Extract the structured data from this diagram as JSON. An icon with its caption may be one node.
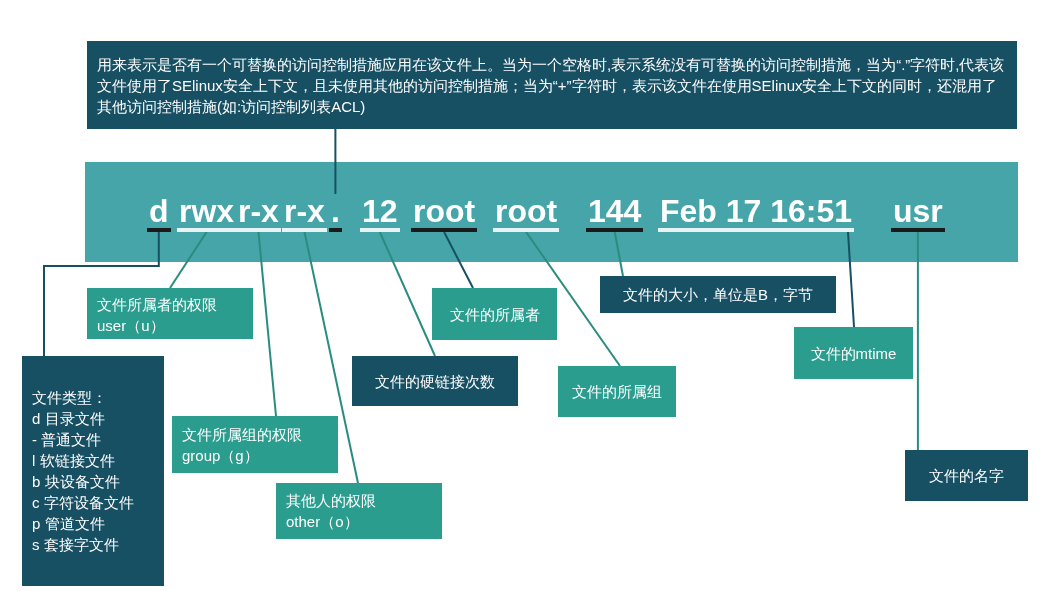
{
  "diagram": {
    "nodes": [
      {
        "text": [
          "用来表示是否有一个可替换的访问控制措施应用在该文件上。当为一个空格时,表示系统没有可替换的访问控制措施，当为“.”字符时,代表该文件使用了SElinux安全上下文，且未使用其他的访问控制措施；当为“+”字符时，表示该文件在使用SElinux安全上下文的同时，还混用了其他访问控制措施(如:访问控制列表ACL)"
        ]
      },
      {
        "text": [],
        "shape": "bar"
      },
      {
        "text": [
          "d"
        ],
        "in": 1
      },
      {
        "text": [
          "rwx"
        ],
        "in": 1
      },
      {
        "text": [
          "r-x"
        ],
        "in": 1
      },
      {
        "text": [
          "r-x"
        ],
        "in": 1
      },
      {
        "text": [
          "."
        ],
        "in": 1
      },
      {
        "text": [
          "12"
        ],
        "in": 1
      },
      {
        "text": [
          "root"
        ],
        "in": 1
      },
      {
        "text": [
          "root"
        ],
        "in": 1
      },
      {
        "text": [
          "144"
        ],
        "in": 1
      },
      {
        "text": [
          "Feb 17 16:51"
        ],
        "in": 1
      },
      {
        "text": [
          "usr"
        ],
        "in": 1
      },
      {
        "text": [
          "文件类型：",
          "d 目录文件",
          "- 普通文件",
          "l 软链接文件",
          "b 块设备文件",
          "c 字符设备文件",
          "p 管道文件",
          "s 套接字文件"
        ]
      },
      {
        "text": [
          "文件所属者的权限",
          "user（u）"
        ]
      },
      {
        "text": [
          "文件所属组的权限",
          "group（g）"
        ]
      },
      {
        "text": [
          "其他人的权限",
          "other（o）"
        ]
      },
      {
        "text": [
          "文件的硬链接次数"
        ]
      },
      {
        "text": [
          "文件的所属者"
        ]
      },
      {
        "text": [
          "文件的所属组"
        ]
      },
      {
        "text": [
          "文件的大小，单位是B，字节"
        ]
      },
      {
        "text": [
          "文件的mtime"
        ]
      },
      {
        "text": [
          "文件的名字"
        ]
      }
    ],
    "edges": [
      {
        "from": 6,
        "to": 0,
        "arrow": "none",
        "color": "#174f63"
      },
      {
        "from": 2,
        "to": 13,
        "arrow": "none",
        "color": "#174f63"
      },
      {
        "from": 3,
        "to": 14,
        "arrow": "none"
      },
      {
        "from": 4,
        "to": 15,
        "arrow": "none"
      },
      {
        "from": 5,
        "to": 16,
        "arrow": "none"
      },
      {
        "from": 7,
        "to": 17,
        "arrow": "none"
      },
      {
        "from": 8,
        "to": 18,
        "arrow": "none",
        "color": "#174f63"
      },
      {
        "from": 9,
        "to": 19,
        "arrow": "none"
      },
      {
        "from": 10,
        "to": 20,
        "arrow": "none"
      },
      {
        "from": 11,
        "to": 21,
        "arrow": "none",
        "color": "#174f63"
      },
      {
        "from": 12,
        "to": 22,
        "arrow": "none"
      }
    ]
  }
}
